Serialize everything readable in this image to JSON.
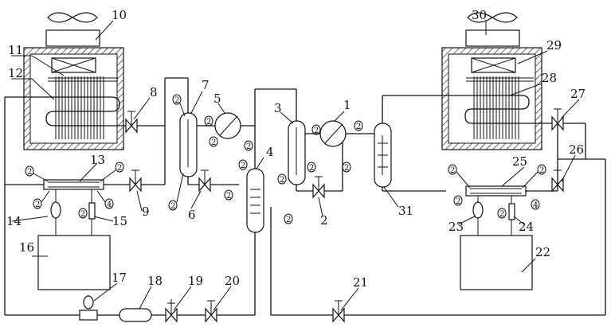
{
  "diagram": {
    "component_labels": [
      "1",
      "2",
      "3",
      "4",
      "5",
      "6",
      "7",
      "8",
      "9",
      "10",
      "11",
      "12",
      "13",
      "14",
      "15",
      "16",
      "17",
      "18",
      "19",
      "20",
      "21",
      "22",
      "23",
      "24",
      "25",
      "26",
      "27",
      "28",
      "29",
      "30",
      "31"
    ],
    "gauge_label": "2",
    "gauge_label_alt": "4"
  }
}
